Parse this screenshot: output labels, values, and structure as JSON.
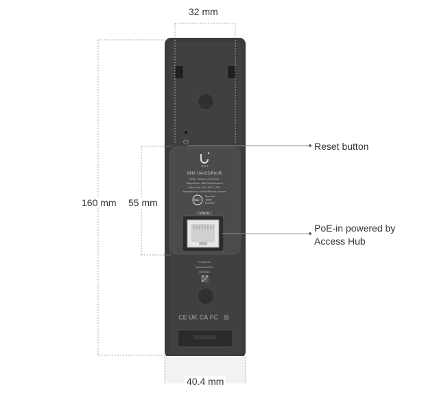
{
  "dimensions": {
    "top_width": "32 mm",
    "total_height": "160 mm",
    "plate_height": "55 mm",
    "bottom_width": "40.4 mm"
  },
  "callouts": {
    "reset": "Reset button",
    "poe_line1": "PoE-in powered by",
    "poe_line2": "Access Hub"
  },
  "device_label": {
    "brand": "UniFi",
    "model": "M/N: UA-G3-Pro-B",
    "line1": "IP55 · Made in XXXXXX",
    "line2": "Ubiquiti Inc. 685 Third Avenue",
    "line3": "New York, NY 10017 USA",
    "line4": "techspecs.ui.com/unifi/door-access",
    "met": "MET",
    "met_line1": "Electrical",
    "met_line2": "Safety",
    "met_line3": "E000052",
    "port_label": "POE IN",
    "serial_line1": "FTMACID",
    "serial_line2": "xxxxxxxxxXXX",
    "serial_line3": "XXXXXX",
    "cert_marks": "CE UK CA FC"
  }
}
